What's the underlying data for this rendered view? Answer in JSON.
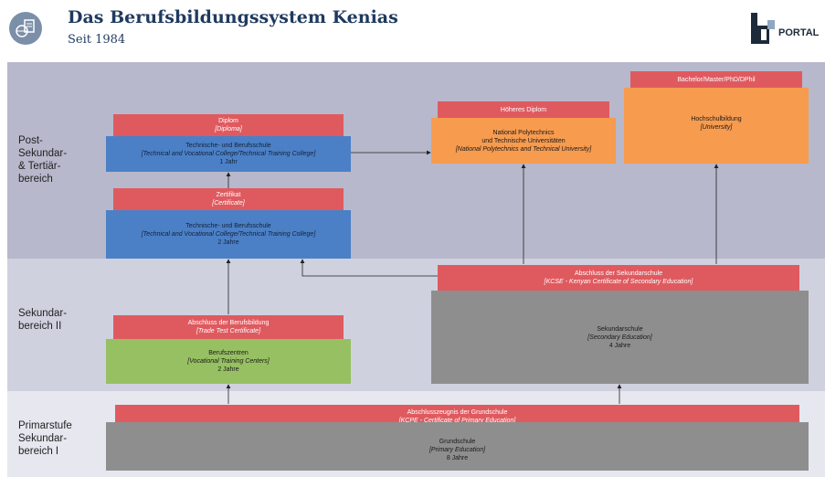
{
  "header": {
    "title": "Das Berufsbildungssystem Kenias",
    "subtitle": "Seit 1984",
    "logo_text": "PORTAL"
  },
  "bands": {
    "post": "Post-\nSekundar-\n& Tertiär-\nbereich",
    "sek": "Sekundar-\nbereich II",
    "prim": "Primarstufe\nSekundar-\nbereich I"
  },
  "boxes": {
    "diplom": {
      "l1": "Diplom",
      "l2": "[Diploma]"
    },
    "tbs1": {
      "l1": "Technische- und Berufsschule",
      "l2": "[Technical and Vocational College/Technical Training College]",
      "l3": "1 Jahr"
    },
    "zertifikat": {
      "l1": "Zertifikat",
      "l2": "[Certificate]"
    },
    "tbs2": {
      "l1": "Technische- und Berufsschule",
      "l2": "[Technical and Vocational College/Technical Training College]",
      "l3": "2 Jahre"
    },
    "hoeheres": {
      "l1": "Höheres Diplom"
    },
    "poly": {
      "l1": "National Polytechnics",
      "l1b": "und Technische Universitäten",
      "l2": "[National Polytechnics and Technical University]"
    },
    "bachelor": {
      "l1": "Bachelor/Master/PhD/DPhil"
    },
    "hochschul": {
      "l1": "Hochschulbildung",
      "l2": "[University]"
    },
    "abschluss_sek": {
      "l1": "Abschluss der Sekundarschule",
      "l2": "[KCSE - Kenyan Certificate of Secondary Education]"
    },
    "sekundarschule": {
      "l1": "Sekundarschule",
      "l2": "[Secondary Education]",
      "l3": "4 Jahre"
    },
    "abschluss_beruf": {
      "l1": "Abschluss der Berufsbildung",
      "l2": "[Trade Test Certificate]"
    },
    "berufszentren": {
      "l1": "Berufszentren",
      "l2": "[Vocational Training Centers]",
      "l3": "2 Jahre"
    },
    "abschluss_grund": {
      "l1": "Abschlusszeugnis der Grundschule",
      "l2": "[KCPE - Certificate of Primary Education]"
    },
    "grundschule": {
      "l1": "Grundschule",
      "l2": "[Primary Education]",
      "l3": "8 Jahre"
    }
  },
  "colors": {
    "red": "#df5a5f",
    "blue": "#4b80c6",
    "green": "#97c062",
    "orange": "#f79b4e",
    "gray": "#8e8e8e"
  },
  "icons": [
    "globe-document-icon",
    "bq-logo-icon",
    "arrow-icon"
  ]
}
